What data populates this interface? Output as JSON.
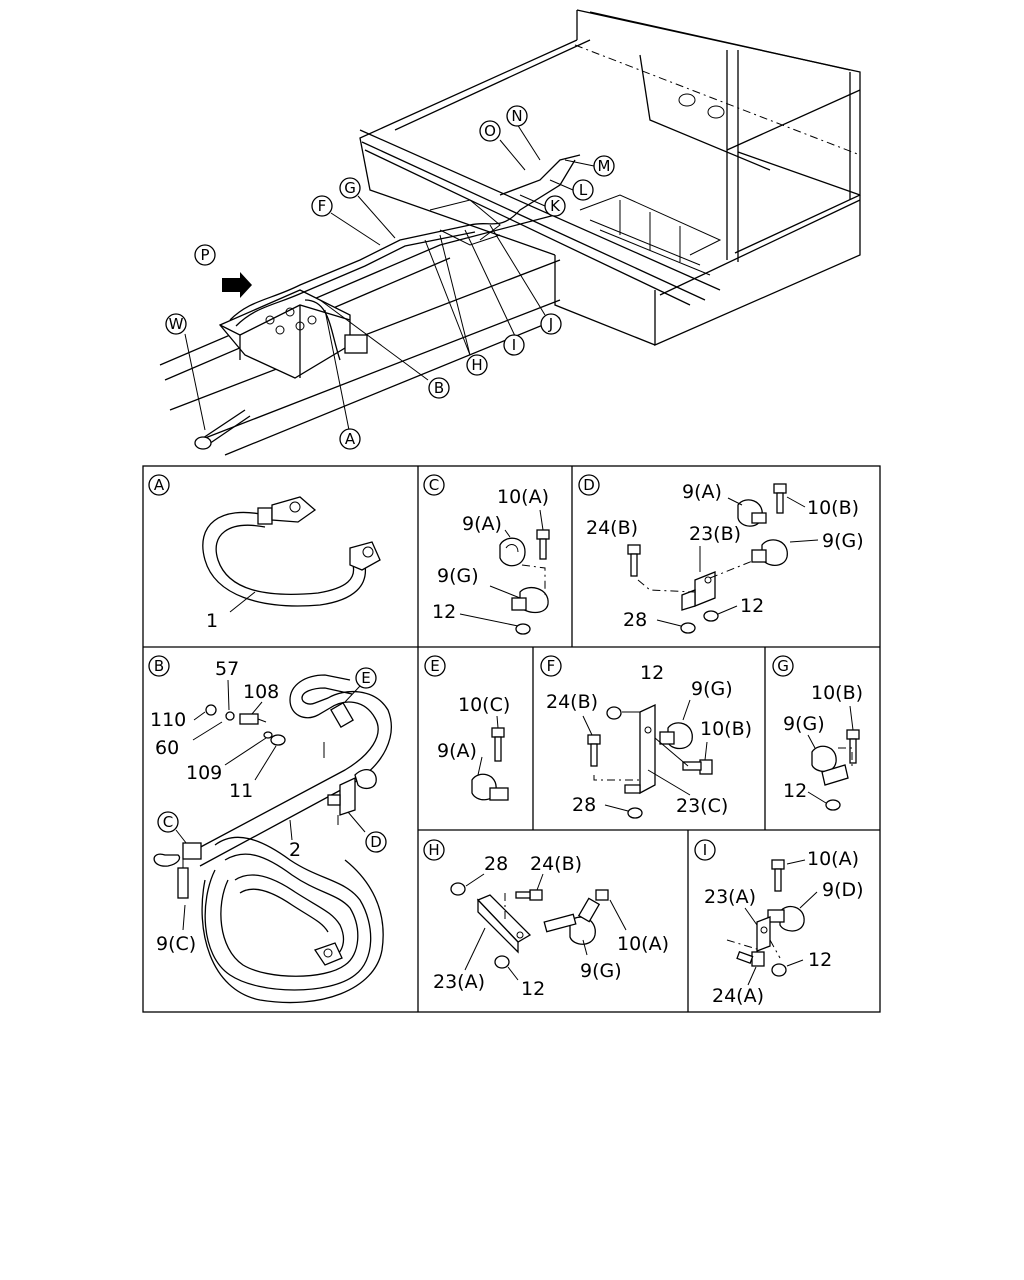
{
  "overview": {
    "callouts": [
      "N",
      "O",
      "M",
      "L",
      "K",
      "G",
      "F",
      "P",
      "J",
      "I",
      "H",
      "W",
      "B",
      "A"
    ]
  },
  "panels": {
    "A": {
      "id": "A",
      "labels": [
        "1"
      ]
    },
    "C": {
      "id": "C",
      "labels": [
        "10(A)",
        "9(A)",
        "9(G)",
        "12"
      ]
    },
    "D": {
      "id": "D",
      "labels": [
        "9(A)",
        "10(B)",
        "24(B)",
        "23(B)",
        "9(G)",
        "12",
        "28"
      ]
    },
    "B": {
      "id": "B",
      "sub_callouts": [
        "E",
        "C",
        "D"
      ],
      "labels": [
        "57",
        "108",
        "110",
        "60",
        "109",
        "11",
        "2",
        "9(C)"
      ]
    },
    "E": {
      "id": "E",
      "labels": [
        "10(C)",
        "9(A)"
      ]
    },
    "F": {
      "id": "F",
      "labels": [
        "12",
        "9(G)",
        "24(B)",
        "10(B)",
        "28",
        "23(C)"
      ]
    },
    "G": {
      "id": "G",
      "labels": [
        "10(B)",
        "9(G)",
        "12"
      ]
    },
    "H": {
      "id": "H",
      "labels": [
        "28",
        "24(B)",
        "10(A)",
        "23(A)",
        "9(G)",
        "12"
      ]
    },
    "I": {
      "id": "I",
      "labels": [
        "10(A)",
        "9(D)",
        "23(A)",
        "12",
        "24(A)"
      ]
    }
  }
}
